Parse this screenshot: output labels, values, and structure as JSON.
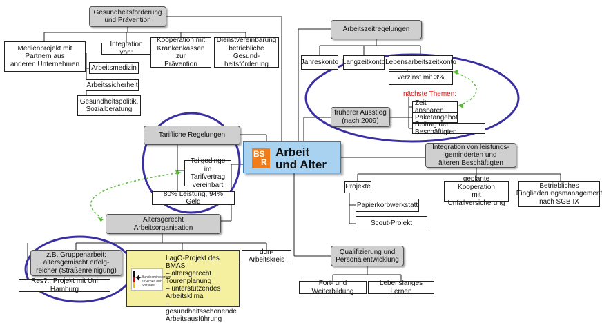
{
  "central": {
    "logo_top": "BS",
    "logo_bottom": "R",
    "title_line1": "Arbeit",
    "title_line2": "und Alter",
    "logo_color": "#f07d1a",
    "fill_color": "#a8d2f0"
  },
  "gesundheit": {
    "title": "Gesundheitsförderung\nund Prävention",
    "medienprojekt": "Medienprojekt mit\nPartnern aus\nanderen Unternehmen",
    "integration": "Integration von:",
    "arbeitsmedizin": "Arbeitsmedizin",
    "arbeitssicherheit": "Arbeitssicherheit",
    "gesundheitspolitik": "Gesundheitspolitik,\nSozialberatung",
    "kooperation": "Kooperation mit\nKrankenkassen zur\nPrävention",
    "dienstvereinbarung": "Dienstvereinbarung\nbetriebliche Gesund-\nheitsförderung"
  },
  "tariflich": {
    "title": "Tarifliche Regelungen",
    "teilgedinge": "Teilgedinge\nim Tarifvertrag\nvereinbart",
    "leistung": "80% Leistung, 94% Geld"
  },
  "altersgerecht": {
    "title": "Altersgerecht\nArbeitsorganisation",
    "gruppenarbeit": "z.B. Gruppenarbeit:\naltersgemischt erfolg-\nreicher (Straßenreinigung)",
    "res": "Res?.. Projekt mit Uni Hamburg",
    "lago_title": "LagO-Projekt des BMAS",
    "lago_bullets": [
      "– altersgerecht\n   Tourenplanung",
      "– unterstützendes\n   Arbeitsklima",
      "– gesundheitsschonende\n   Arbeitsausführung"
    ],
    "ministry": "Bundesministerium\nfür Arbeit und Soziales",
    "ddn": "ddn-Arbeitskreis"
  },
  "arbeitszeit": {
    "title": "Arbeitszeitregelungen",
    "jahreskonto": "Jahreskonto",
    "langzeitkonto": "Langzeitkonto",
    "lebensarbeitszeitkonto": "Lebensarbeitszeitkonto",
    "verzinst": "verzinst mit 3%",
    "naechste_themen": "nächste Themen:",
    "zeit_ansparen": "Zeit ansparen",
    "paketangebot": "Paketangebot",
    "beitrag": "Beitrag der Beschäftigten",
    "frueherer_ausstieg": "früherer Ausstieg\n(nach 2009)"
  },
  "integration_leistung": {
    "title": "Integration von leistungs-\ngeminderten und\nälteren Beschäftigten",
    "projekte": "Projekte",
    "papierkorb": "Papierkorbwerkstatt",
    "scout": "Scout-Projekt",
    "unfallversicherung": "geplante Kooperation\nmit Unfallversicherung",
    "eingliederung": "Betriebliches\nEingliederungsmanagement\nnach SGB IX"
  },
  "qualifizierung": {
    "title": "Qualifizierung und\nPersonalentwicklung",
    "fort": "Fort- und Weiterbildung",
    "lebenslanges": "Lebenslanges Lernen"
  },
  "colors": {
    "ellipse": "#3a2fa0",
    "dotted_arrow": "#5bb83a",
    "highlight_text": "#d41a1a",
    "node_gray": "#cfcfcf",
    "lago_fill": "#f5f0a0"
  }
}
